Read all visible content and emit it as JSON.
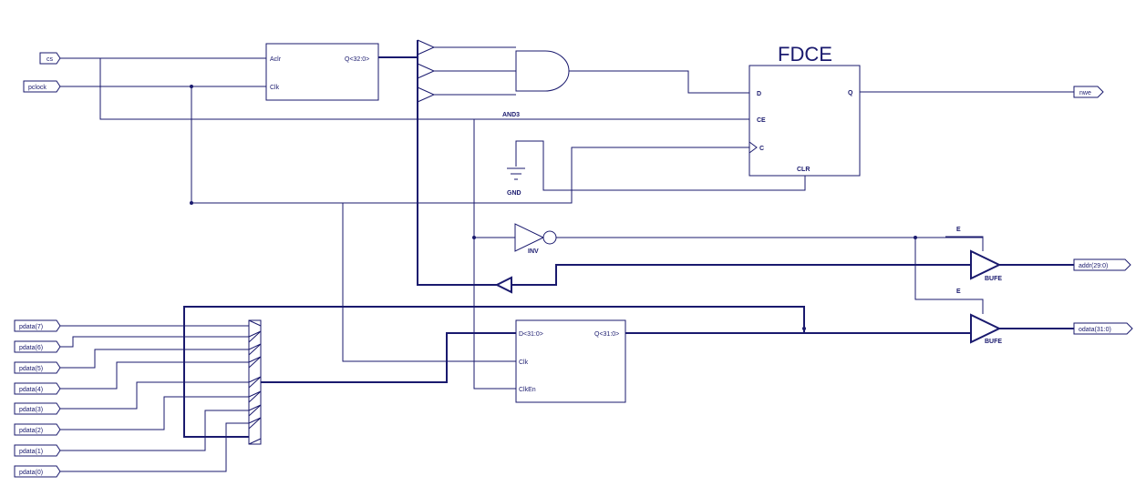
{
  "ports": {
    "cs": "cs",
    "pclock": "pclock",
    "nwe": "nwe",
    "addr": "addr(29:0)",
    "odata": "odata(31:0)",
    "pdata": [
      "pdata(7)",
      "pdata(6)",
      "pdata(5)",
      "pdata(4)",
      "pdata(3)",
      "pdata(2)",
      "pdata(1)",
      "pdata(0)"
    ]
  },
  "counter": {
    "aclr": "Aclr",
    "clk": "Clk",
    "q": "Q<32:0>"
  },
  "and3": {
    "label": "AND3"
  },
  "fdce": {
    "title": "FDCE",
    "d": "D",
    "ce": "CE",
    "c": "C",
    "clr": "CLR",
    "q": "Q"
  },
  "gnd": {
    "label": "GND"
  },
  "inv": {
    "label": "INV"
  },
  "bufe_addr": {
    "label": "BUFE",
    "enable": "E"
  },
  "bufe_odata": {
    "label": "BUFE",
    "enable": "E"
  },
  "reg": {
    "d": "D<31:0>",
    "clk": "Clk",
    "clken": "ClkEn",
    "q": "Q<31:0>"
  }
}
